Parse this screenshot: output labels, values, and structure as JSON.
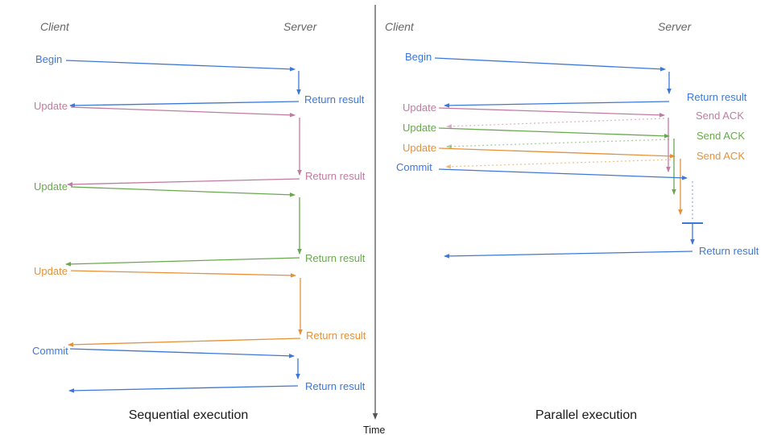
{
  "colors": {
    "blue": "#3c78d8",
    "pink": "#c27ba0",
    "green": "#6aa84f",
    "orange": "#e69138",
    "header": "#666666",
    "title": "#1a1a1a",
    "axis": "#555555"
  },
  "left": {
    "client_header": "Client",
    "server_header": "Server",
    "title": "Sequential execution",
    "steps": [
      {
        "label": "Begin",
        "result": "Return result",
        "color": "blue"
      },
      {
        "label": "Update",
        "result": "Return result",
        "color": "pink"
      },
      {
        "label": "Update",
        "result": "Return result",
        "color": "green"
      },
      {
        "label": "Update",
        "result": "Return result",
        "color": "orange"
      },
      {
        "label": "Commit",
        "result": "Return result",
        "color": "blue"
      }
    ]
  },
  "right": {
    "client_header": "Client",
    "server_header": "Server",
    "title": "Parallel execution",
    "steps": [
      {
        "label": "Begin",
        "result": "Return result",
        "color": "blue"
      },
      {
        "label": "Update",
        "result": "Send ACK",
        "color": "pink"
      },
      {
        "label": "Update",
        "result": "Send ACK",
        "color": "green"
      },
      {
        "label": "Update",
        "result": "Send ACK",
        "color": "orange"
      },
      {
        "label": "Commit",
        "result": "Return result",
        "color": "blue"
      }
    ]
  },
  "time_axis": {
    "label": "Time"
  }
}
